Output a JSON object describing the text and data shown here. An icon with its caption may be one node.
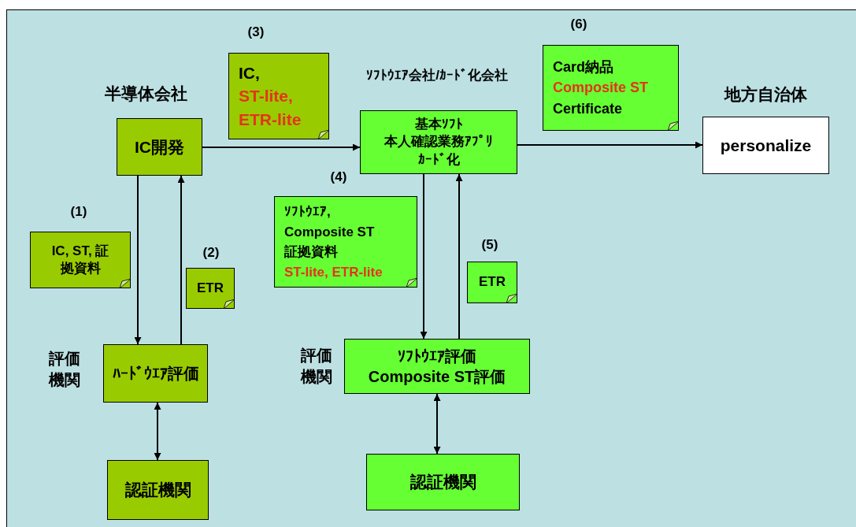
{
  "diagram": {
    "nodes": [
      {
        "text": [
          "IC開発"
        ],
        "beside": [
          "半導体会社"
        ]
      },
      {
        "text": [
          "ﾊｰﾄﾞｳｴｱ評価"
        ],
        "beside": [
          "評価機関"
        ]
      },
      {
        "text": [
          "認証機関"
        ]
      },
      {
        "text": [
          "基本ｿﾌﾄ",
          "本人確認業務ｱﾌﾟﾘ",
          "ｶｰﾄﾞ化"
        ],
        "beside": [
          "ｿﾌﾄｳｴｱ会社/ｶｰﾄﾞ化会社"
        ]
      },
      {
        "text": [
          "ｿﾌﾄｳｴｱ評価",
          "Composite ST評価"
        ],
        "beside": [
          "評価機関"
        ]
      },
      {
        "text": [
          "認証機関"
        ]
      },
      {
        "text": [
          "personalize"
        ],
        "beside": [
          "地方自治体"
        ]
      },
      {
        "text": [
          "IC, ST, 証拠資料"
        ],
        "beside": [
          "(1)"
        ]
      },
      {
        "text": [
          "ETR"
        ],
        "beside": [
          "(2)"
        ]
      },
      {
        "text": [
          "IC,",
          "ST-lite, ETR-lite"
        ],
        "beside": [
          "(3)"
        ]
      },
      {
        "text": [
          "ｿﾌﾄｳｴｱ,",
          "Composite ST",
          "証拠資料",
          "ST-lite, ETR-lite"
        ],
        "beside": [
          "(4)"
        ]
      },
      {
        "text": [
          "ETR"
        ],
        "beside": [
          "(5)"
        ]
      },
      {
        "text": [
          "Card納品",
          "Composite ST",
          "Certificate"
        ],
        "beside": [
          "(6)"
        ]
      }
    ],
    "edges": [
      {
        "from": 0,
        "to": 1,
        "arrow": "to"
      },
      {
        "from": 1,
        "to": 0,
        "arrow": "to"
      },
      {
        "from": 0,
        "to": 3,
        "arrow": "to"
      },
      {
        "from": 3,
        "to": 4,
        "arrow": "to"
      },
      {
        "from": 4,
        "to": 3,
        "arrow": "to"
      },
      {
        "from": 3,
        "to": 6,
        "arrow": "to"
      },
      {
        "from": 1,
        "to": 2,
        "arrow": "both"
      },
      {
        "from": 4,
        "to": 5,
        "arrow": "both"
      }
    ]
  }
}
